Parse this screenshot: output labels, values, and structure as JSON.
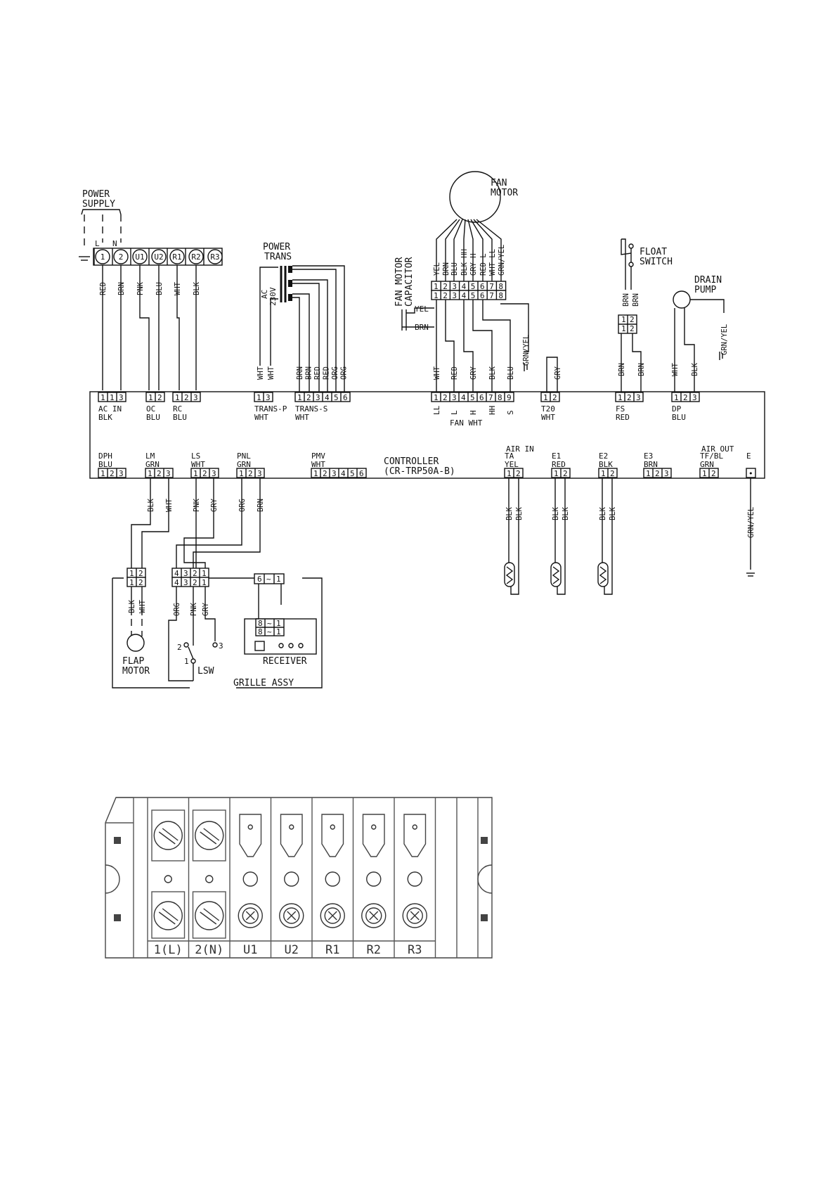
{
  "power_supply": {
    "label_1": "POWER",
    "label_2": "SUPPLY",
    "l": "L",
    "n": "N"
  },
  "terminal_block": {
    "terminals": [
      "1",
      "2",
      "U1",
      "U2",
      "R1",
      "R2",
      "R3"
    ],
    "wires": [
      "RED",
      "BRN",
      "PNK",
      "BLU",
      "WHT",
      "BLK"
    ]
  },
  "power_trans": {
    "label_1": "POWER",
    "label_2": "TRANS",
    "primary_ac": "AC",
    "primary_v": "230V",
    "primary_wires": [
      "WHT",
      "WHT"
    ],
    "secondary_wires": [
      "BRN",
      "BRN",
      "RED",
      "RED",
      "ORG",
      "ORG"
    ]
  },
  "fan_motor": {
    "label_1": "FAN",
    "label_2": "MOTOR",
    "wires": [
      "YEL",
      "BRN",
      "BLU",
      "BLK HH",
      "GRY H",
      "RED L",
      "WHT LL",
      "GRN/YEL"
    ],
    "capacitor_1": "FAN MOTOR",
    "capacitor_2": "CAPACITOR",
    "cap_wires": [
      "YEL",
      "BRN"
    ],
    "gnd": "GRN/YEL",
    "lower_wires": [
      "WHT",
      "RED",
      "GRY",
      "BLK",
      "BLU"
    ]
  },
  "float_switch": {
    "label_1": "FLOAT",
    "label_2": "SWITCH",
    "wires": [
      "BRN",
      "BRN"
    ]
  },
  "drain_pump": {
    "label_1": "DRAIN",
    "label_2": "PUMP",
    "gnd": "GRN/YEL",
    "wires": [
      "WHT",
      "BLK"
    ]
  },
  "t20_wire": "GRY",
  "controller": {
    "label_1": "CONTROLLER",
    "label_2": "(CR-TRP50A-B)"
  },
  "top_connectors": [
    {
      "name": "AC IN",
      "color": "BLK",
      "pins": [
        "1",
        "1",
        "3"
      ]
    },
    {
      "name": "OC",
      "color": "BLU",
      "pins": [
        "1",
        "2"
      ]
    },
    {
      "name": "RC",
      "color": "BLU",
      "pins": [
        "1",
        "2",
        "3"
      ]
    },
    {
      "name": "TRANS-P",
      "color": "WHT",
      "pins": [
        "1",
        "3"
      ]
    },
    {
      "name": "TRANS-S",
      "color": "WHT",
      "pins": [
        "1",
        "2",
        "3",
        "4",
        "5",
        "6"
      ]
    },
    {
      "name": "FAN",
      "color": "WHT",
      "pins": [
        "1",
        "2",
        "3",
        "4",
        "5",
        "6",
        "7",
        "8",
        "9"
      ],
      "speed_labels": [
        "LL",
        "L",
        "H",
        "HH",
        "S"
      ]
    },
    {
      "name": "T20",
      "color": "WHT",
      "pins": [
        "1",
        "2"
      ]
    },
    {
      "name": "FS",
      "color": "RED",
      "pins": [
        "1",
        "2",
        "3"
      ]
    },
    {
      "name": "DP",
      "color": "BLU",
      "pins": [
        "1",
        "2",
        "3"
      ]
    }
  ],
  "bottom_connectors": [
    {
      "name": "DPH",
      "color": "BLU",
      "pins": [
        "1",
        "2",
        "3"
      ]
    },
    {
      "name": "LM",
      "color": "GRN",
      "pins": [
        "1",
        "2",
        "3"
      ]
    },
    {
      "name": "LS",
      "color": "WHT",
      "pins": [
        "1",
        "2",
        "3"
      ]
    },
    {
      "name": "PNL",
      "color": "GRN",
      "pins": [
        "1",
        "2",
        "3"
      ]
    },
    {
      "name": "PMV",
      "color": "WHT",
      "pins": [
        "1",
        "2",
        "3",
        "4",
        "5",
        "6"
      ]
    },
    {
      "name": "TA",
      "name_top": "AIR IN",
      "color": "YEL",
      "pins": [
        "1",
        "2"
      ]
    },
    {
      "name": "E1",
      "color": "RED",
      "pins": [
        "1",
        "2"
      ]
    },
    {
      "name": "E2",
      "color": "BLK",
      "pins": [
        "1",
        "2"
      ]
    },
    {
      "name": "E3",
      "color": "BRN",
      "pins": [
        "1",
        "2",
        "3"
      ]
    },
    {
      "name": "TF/BL",
      "name_top": "AIR OUT",
      "color": "GRN",
      "pins": [
        "1",
        "2"
      ]
    },
    {
      "name": "E",
      "color": "",
      "pins": [
        "•"
      ]
    }
  ],
  "lower_wires": {
    "lm": [
      "BLK",
      "WHT"
    ],
    "ls": [
      "PNK",
      "GRY"
    ],
    "pnl": [
      "ORG",
      "BRN"
    ],
    "sensor": "BLK",
    "ground": "GRN/YEL"
  },
  "grille": {
    "title": "GRILLE ASSY",
    "lm_pins": [
      "1",
      "2"
    ],
    "panel_pins": [
      "4",
      "3",
      "2",
      "1"
    ],
    "flap_wires": [
      "BLK",
      "WHT"
    ],
    "lsw_wires": [
      "ORG",
      "PNK",
      "GRY"
    ],
    "flap_1": "FLAP",
    "flap_2": "MOTOR",
    "lsw": "LSW",
    "sw_pins": [
      "2",
      "1",
      "3"
    ],
    "receiver": "RECEIVER",
    "recv_pins": [
      "6",
      "~",
      "1"
    ],
    "recv_box_pins": [
      "8",
      "~",
      "1"
    ]
  },
  "terminal_photo": {
    "labels": [
      "1(L)",
      "2(N)",
      "U1",
      "U2",
      "R1",
      "R2",
      "R3"
    ]
  }
}
